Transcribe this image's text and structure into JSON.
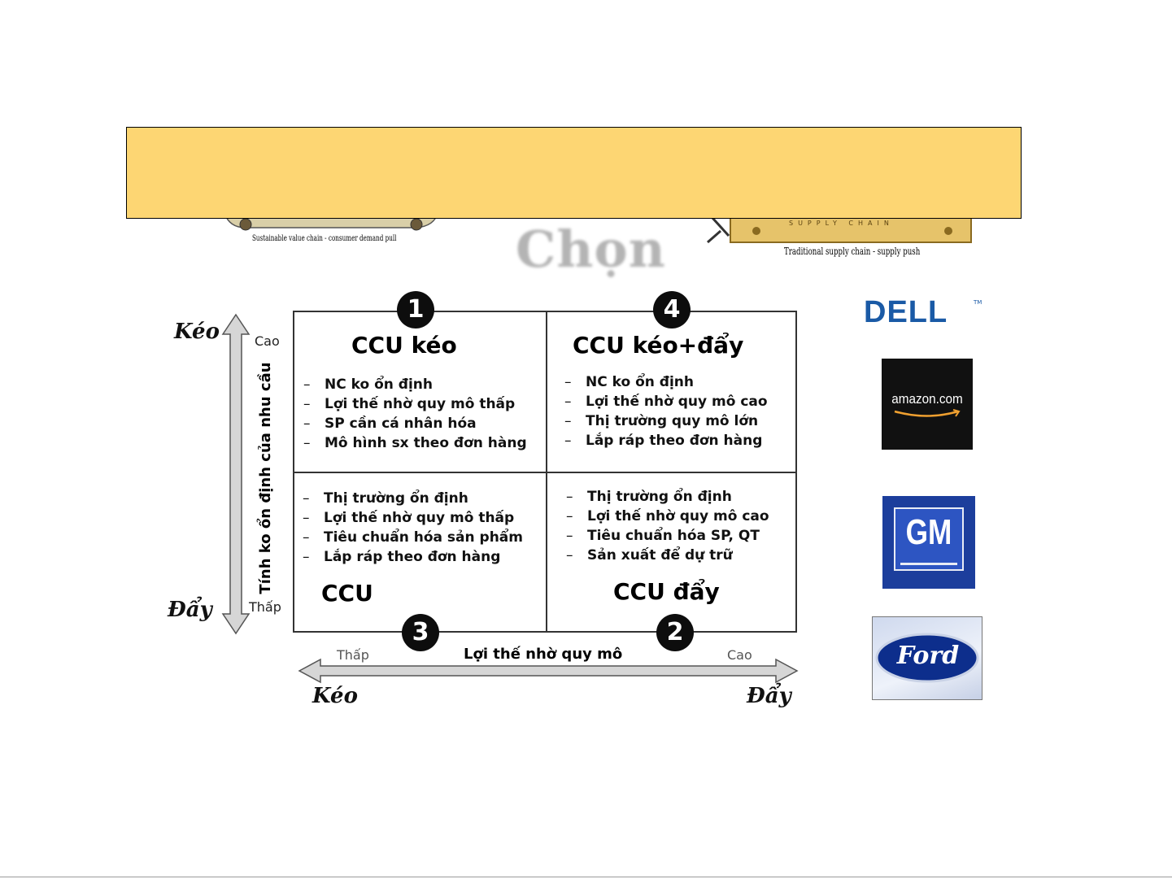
{
  "slide": {
    "watermark": "Chọn",
    "left_image_caption": "Sustainable value chain - consumer demand pull",
    "right_image_caption": "Traditional supply chain - supply push",
    "right_image_sign": "SUPPLY CHAIN"
  },
  "matrix": {
    "y_axis": {
      "label": "Tính ko ổn định của nhu cầu",
      "high": "Cao",
      "low": "Thấp",
      "top_word": "Kéo",
      "bottom_word": "Đẩy"
    },
    "x_axis": {
      "label": "Lợi thế nhờ quy mô",
      "low": "Thấp",
      "high": "Cao",
      "left_word": "Kéo",
      "right_word": "Đẩy"
    },
    "quadrants": {
      "top_left": {
        "number": "1",
        "title": "CCU kéo",
        "bullets": [
          "NC ko ổn định",
          "Lợi thế nhờ quy mô thấp",
          "SP cần cá nhân hóa",
          "Mô hình sx theo đơn hàng"
        ]
      },
      "top_right": {
        "number": "4",
        "title": "CCU kéo+đẩy",
        "bullets": [
          "NC ko ổn định",
          "Lợi thế nhờ quy mô cao",
          "Thị trường quy mô lớn",
          "Lắp ráp theo đơn hàng"
        ]
      },
      "bottom_left": {
        "number": "3",
        "title": "CCU",
        "bullets": [
          "Thị trường ổn định",
          "Lợi thế nhờ quy mô thấp",
          "Tiêu chuẩn hóa sản phẩm",
          "Lắp ráp theo đơn hàng"
        ]
      },
      "bottom_right": {
        "number": "2",
        "title": "CCU đẩy",
        "bullets": [
          "Thị trường ổn định",
          "Lợi thế nhờ quy mô cao",
          "Tiêu chuẩn hóa SP, QT",
          "Sản xuất để dự trữ"
        ]
      }
    }
  },
  "logos": {
    "dell": {
      "text": "DELL",
      "tm": "TM",
      "color": "#1a5aa6"
    },
    "amazon": {
      "text": "amazon.com",
      "bg": "#111111",
      "swoosh": "#f0a030"
    },
    "gm": {
      "text": "GM",
      "bg": "#1c3e9c"
    },
    "ford": {
      "text": "Ford",
      "oval": "#0d2e8c"
    }
  },
  "colors": {
    "banner": "#fdd673"
  }
}
